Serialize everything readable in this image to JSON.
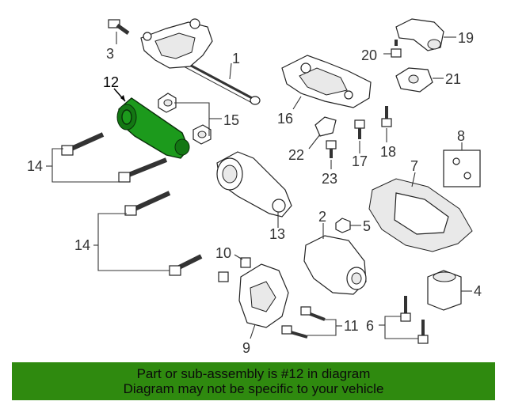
{
  "callouts": [
    "1",
    "2",
    "3",
    "4",
    "5",
    "6",
    "7",
    "8",
    "9",
    "10",
    "11",
    "12",
    "13",
    "14",
    "14",
    "15",
    "16",
    "17",
    "18",
    "19",
    "20",
    "21",
    "22",
    "23"
  ],
  "banner": {
    "line1": "Part or sub-assembly is #12 in diagram",
    "line2": "Diagram may not be specific to your vehicle"
  },
  "colors": {
    "highlight": "#1c9a1c",
    "banner": "#2f8a0f"
  }
}
